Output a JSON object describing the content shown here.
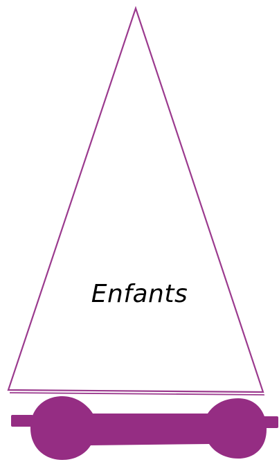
{
  "label": "Enfants",
  "colors": {
    "outline": "#9b3a8e",
    "fill": "#ffffff",
    "base": "#952d83",
    "text": "#000000"
  },
  "shapes": {
    "triangle": "triangle-outline",
    "base": "rounded-bar-base"
  }
}
